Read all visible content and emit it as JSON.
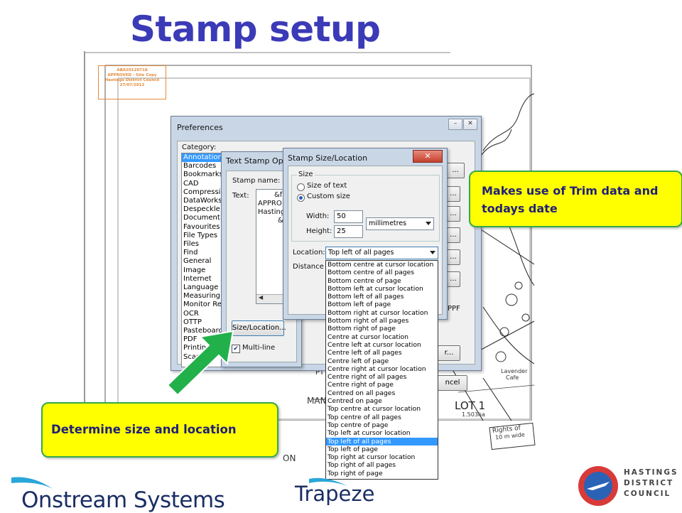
{
  "slide": {
    "title": "Stamp setup"
  },
  "stamp_preview": {
    "lines": [
      "ABA20120718",
      "APPROVED - Site Copy",
      "Hastings District Council",
      "27/07/2012"
    ]
  },
  "drawing": {
    "lot_label": "LOT 1",
    "lot_area": "1.503ha",
    "left_fragments": [
      "PT",
      "MAN",
      "ON"
    ],
    "road_labels": [
      "Lavender",
      "Cafe"
    ],
    "rights_box": [
      "Rights of",
      "10 m wide"
    ]
  },
  "preferences": {
    "title": "Preferences",
    "category_label": "Category:",
    "categories": [
      "Annotations",
      "Barcodes",
      "Bookmarks",
      "CAD",
      "Compression",
      "DataWorks",
      "Despeckle",
      "Document",
      "Favourites",
      "File Types",
      "Files",
      "Find",
      "General",
      "Image",
      "Internet",
      "Language",
      "Measuring",
      "Monitor Res",
      "OCR",
      "OTTP",
      "Pasteboard",
      "PDF",
      "Printing",
      "Scanning"
    ],
    "selected_category": "Annotations",
    "right_buttons": [
      "...",
      "...",
      "...",
      "...",
      "...",
      "...",
      "...",
      "r..."
    ],
    "ppf_fragment": "PPF",
    "cancel_fragment": "ncel"
  },
  "text_stamp_options": {
    "title": "Text Stamp Opti",
    "stamp_name_label": "Stamp name:",
    "text_label": "Text:",
    "text_lines": [
      "&f(",
      "APPRO",
      "Hasting",
      "&"
    ],
    "size_location_button": "Size/Location...",
    "multiline_label": "Multi-line",
    "multiline_checked": true
  },
  "stamp_size_location": {
    "title": "Stamp Size/Location",
    "size_group_label": "Size",
    "size_of_text_label": "Size of text",
    "custom_size_label": "Custom size",
    "custom_size_selected": true,
    "width_label": "Width:",
    "width_value": "50",
    "height_label": "Height:",
    "height_value": "25",
    "units_value": "millimetres",
    "location_label": "Location:",
    "location_value": "Top left of all pages",
    "distance_label": "Distance fr"
  },
  "location_options": [
    "Bottom centre at cursor location",
    "Bottom centre of all pages",
    "Bottom centre of page",
    "Bottom left at cursor location",
    "Bottom left of all pages",
    "Bottom left of page",
    "Bottom right at cursor location",
    "Bottom right of all pages",
    "Bottom right of page",
    "Centre at cursor location",
    "Centre left at cursor location",
    "Centre left of all pages",
    "Centre left of page",
    "Centre right at cursor location",
    "Centre right of all pages",
    "Centre right of page",
    "Centred on all pages",
    "Centred on page",
    "Top centre at cursor location",
    "Top centre of all pages",
    "Top centre of page",
    "Top left at cursor location",
    "Top left of all pages",
    "Top left of page",
    "Top right at cursor location",
    "Top right of all pages",
    "Top right of page"
  ],
  "selected_location": "Top left of all pages",
  "callouts": {
    "trim_data": "Makes use of Trim data and todays date",
    "size_location": "Determine size and location"
  },
  "logos": {
    "onstream": "Onstream Systems",
    "trapeze": "Trapeze",
    "council_lines": [
      "HASTINGS",
      "DISTRICT",
      "COUNCIL"
    ]
  },
  "colors": {
    "title": "#3b3ab7",
    "callout_fill": "#ffff00",
    "callout_border": "#35a84b",
    "arrow": "#22b04a",
    "selection": "#3399ff",
    "stamp_orange": "#e58a3a"
  }
}
